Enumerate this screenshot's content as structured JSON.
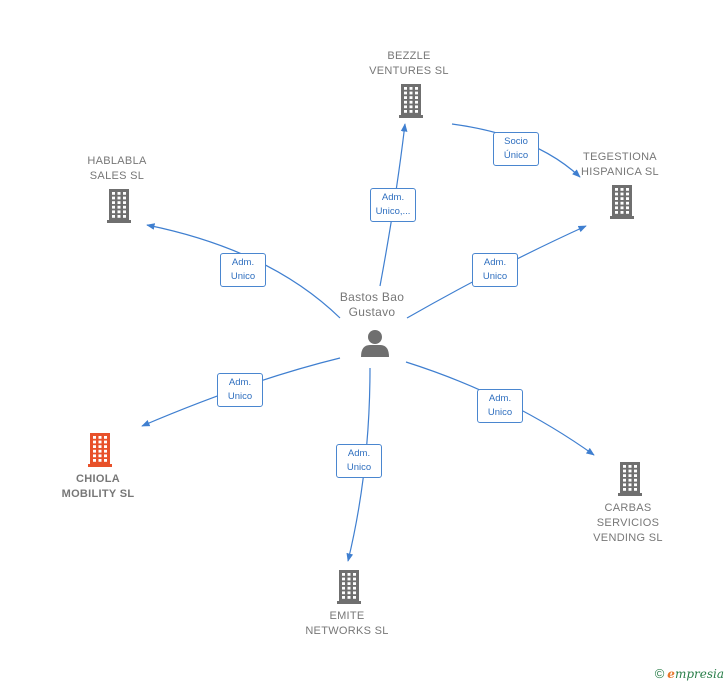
{
  "center": {
    "name": "Bastos Bao\nGustavo",
    "icon": "person-icon"
  },
  "companies": [
    {
      "id": "bezzle",
      "name": "BEZZLE\nVENTURES SL",
      "icon": "building-icon",
      "highlight": false
    },
    {
      "id": "tegestiona",
      "name": "TEGESTIONA\nHISPANICA SL",
      "icon": "building-icon",
      "highlight": false
    },
    {
      "id": "hablabla",
      "name": "HABLABLA\nSALES SL",
      "icon": "building-icon",
      "highlight": false
    },
    {
      "id": "chiola",
      "name": "CHIOLA\nMOBILITY SL",
      "icon": "building-icon",
      "highlight": true
    },
    {
      "id": "emite",
      "name": "EMITE\nNETWORKS SL",
      "icon": "building-icon",
      "highlight": false
    },
    {
      "id": "carbas",
      "name": "CARBAS\nSERVICIOS\nVENDING SL",
      "icon": "building-icon",
      "highlight": false
    }
  ],
  "edges": [
    {
      "from": "center",
      "to": "bezzle",
      "label": "Adm.\nUnico,..."
    },
    {
      "from": "bezzle",
      "to": "tegestiona",
      "label": "Socio\nÚnico"
    },
    {
      "from": "center",
      "to": "tegestiona",
      "label": "Adm.\nUnico"
    },
    {
      "from": "center",
      "to": "hablabla",
      "label": "Adm.\nUnico"
    },
    {
      "from": "center",
      "to": "chiola",
      "label": "Adm.\nUnico"
    },
    {
      "from": "center",
      "to": "emite",
      "label": "Adm.\nUnico"
    },
    {
      "from": "center",
      "to": "carbas",
      "label": "Adm.\nUnico"
    }
  ],
  "colors": {
    "edge": "#3f7fd0",
    "building": "#6f6f6f",
    "building_highlight": "#e8512a",
    "person": "#6f6f6f"
  },
  "footer": {
    "copyright": "©",
    "brand_first": "e",
    "brand_rest": "mpresia"
  }
}
